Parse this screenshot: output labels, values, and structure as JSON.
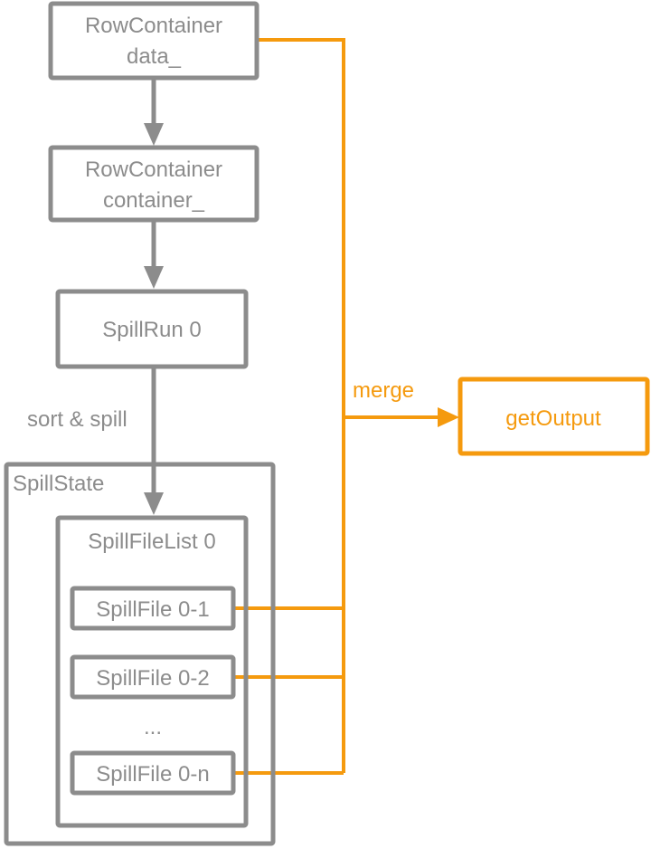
{
  "nodes": {
    "data_container": {
      "line1": "RowContainer",
      "line2": "data_"
    },
    "row_container": {
      "line1": "RowContainer",
      "line2": "container_"
    },
    "spill_run": {
      "label": "SpillRun 0"
    },
    "spill_state": {
      "label": "SpillState"
    },
    "spill_file_list": {
      "label": "SpillFileList 0"
    },
    "spill_files": [
      "SpillFile 0-1",
      "SpillFile 0-2",
      "SpillFile 0-n"
    ],
    "ellipsis": "...",
    "get_output": {
      "label": "getOutput"
    }
  },
  "edges": {
    "sort_spill": "sort & spill",
    "merge": "merge"
  },
  "colors": {
    "gray": "#8c8c8c",
    "orange": "#f59a0e"
  }
}
